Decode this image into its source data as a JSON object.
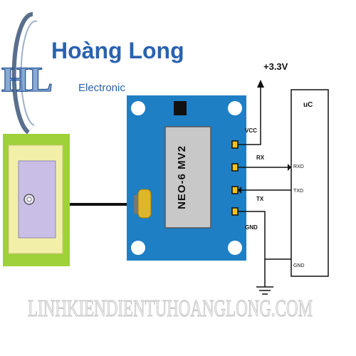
{
  "logo": {
    "monogram": "HL",
    "brand": "Hoàng Long",
    "subtitle": "Electronic"
  },
  "module": {
    "name": "NEO-6 MV2"
  },
  "power": {
    "supply": "+3.3V"
  },
  "pins": {
    "vcc": "VCC",
    "rx": "RX",
    "tx": "TX",
    "gnd": "GND"
  },
  "mcu": {
    "title": "uC",
    "rxd": "RXD",
    "txd": "TXD",
    "gnd": "GND"
  },
  "watermark": "LINHKIENDIENTUHOANGLONG.COM",
  "colors": {
    "board": "#1f7fc4",
    "antenna_outer": "#9ed13a",
    "antenna_inner": "#f2f0a8",
    "antenna_patch": "#c9bfe6",
    "connector": "#e0b52a",
    "pin": "#f2c318",
    "brand": "#2a62b0"
  }
}
